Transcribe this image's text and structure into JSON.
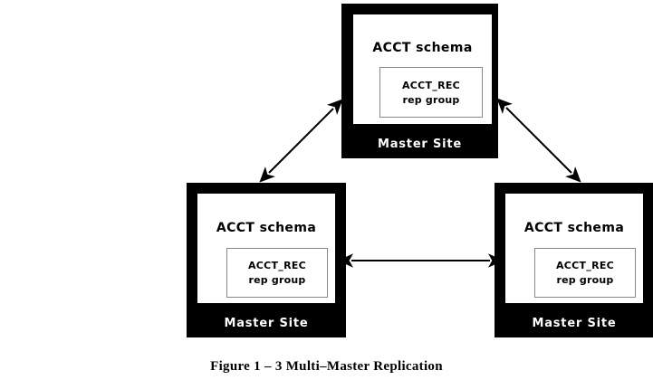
{
  "figure": {
    "caption": "Figure 1 – 3  Multi–Master Replication",
    "background_color": "#ffffff",
    "node_frame_color": "#000000",
    "node_panel_color": "#ffffff",
    "repgroup_border_color": "#888888",
    "arrow_color": "#000000"
  },
  "nodes": [
    {
      "id": "master-site-top",
      "schema_label": "ACCT schema",
      "rep_group_name": "ACCT_REC",
      "rep_group_sub": "rep group",
      "footer_label": "Master Site"
    },
    {
      "id": "master-site-left",
      "schema_label": "ACCT schema",
      "rep_group_name": "ACCT_REC",
      "rep_group_sub": "rep group",
      "footer_label": "Master Site"
    },
    {
      "id": "master-site-right",
      "schema_label": "ACCT schema",
      "rep_group_name": "ACCT_REC",
      "rep_group_sub": "rep group",
      "footer_label": "Master Site"
    }
  ],
  "connectors": [
    {
      "id": "top-to-left",
      "from": "master-site-top",
      "to": "master-site-left",
      "direction": "bidirectional"
    },
    {
      "id": "top-to-right",
      "from": "master-site-top",
      "to": "master-site-right",
      "direction": "bidirectional"
    },
    {
      "id": "left-to-right",
      "from": "master-site-left",
      "to": "master-site-right",
      "direction": "bidirectional"
    }
  ]
}
